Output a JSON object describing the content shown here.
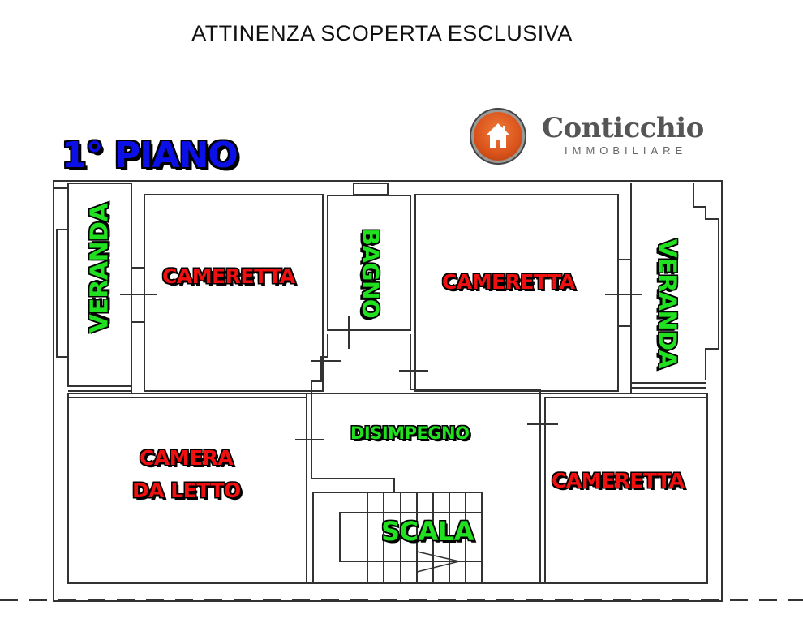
{
  "header": {
    "title": "ATTINENZA SCOPERTA ESCLUSIVA",
    "floor": "1° PIANO"
  },
  "logo": {
    "icon": "house-icon",
    "name": "Conticchio",
    "subtitle": "IMMOBILIARE",
    "accent": "#e0601f"
  },
  "rooms": {
    "veranda_left": "VERANDA",
    "cameretta_1": "CAMERETTA",
    "bagno": "BAGNO",
    "cameretta_2": "CAMERETTA",
    "veranda_right": "VERANDA",
    "camera_line1": "CAMERA",
    "camera_line2": "DA LETTO",
    "disimpegno": "DISIMPEGNO",
    "scala": "SCALA",
    "cameretta_3": "CAMERETTA"
  },
  "colors": {
    "floor_label": "#0a10e6",
    "bedroom_label": "#f01010",
    "other_label": "#20e020",
    "wall": "#333333"
  }
}
